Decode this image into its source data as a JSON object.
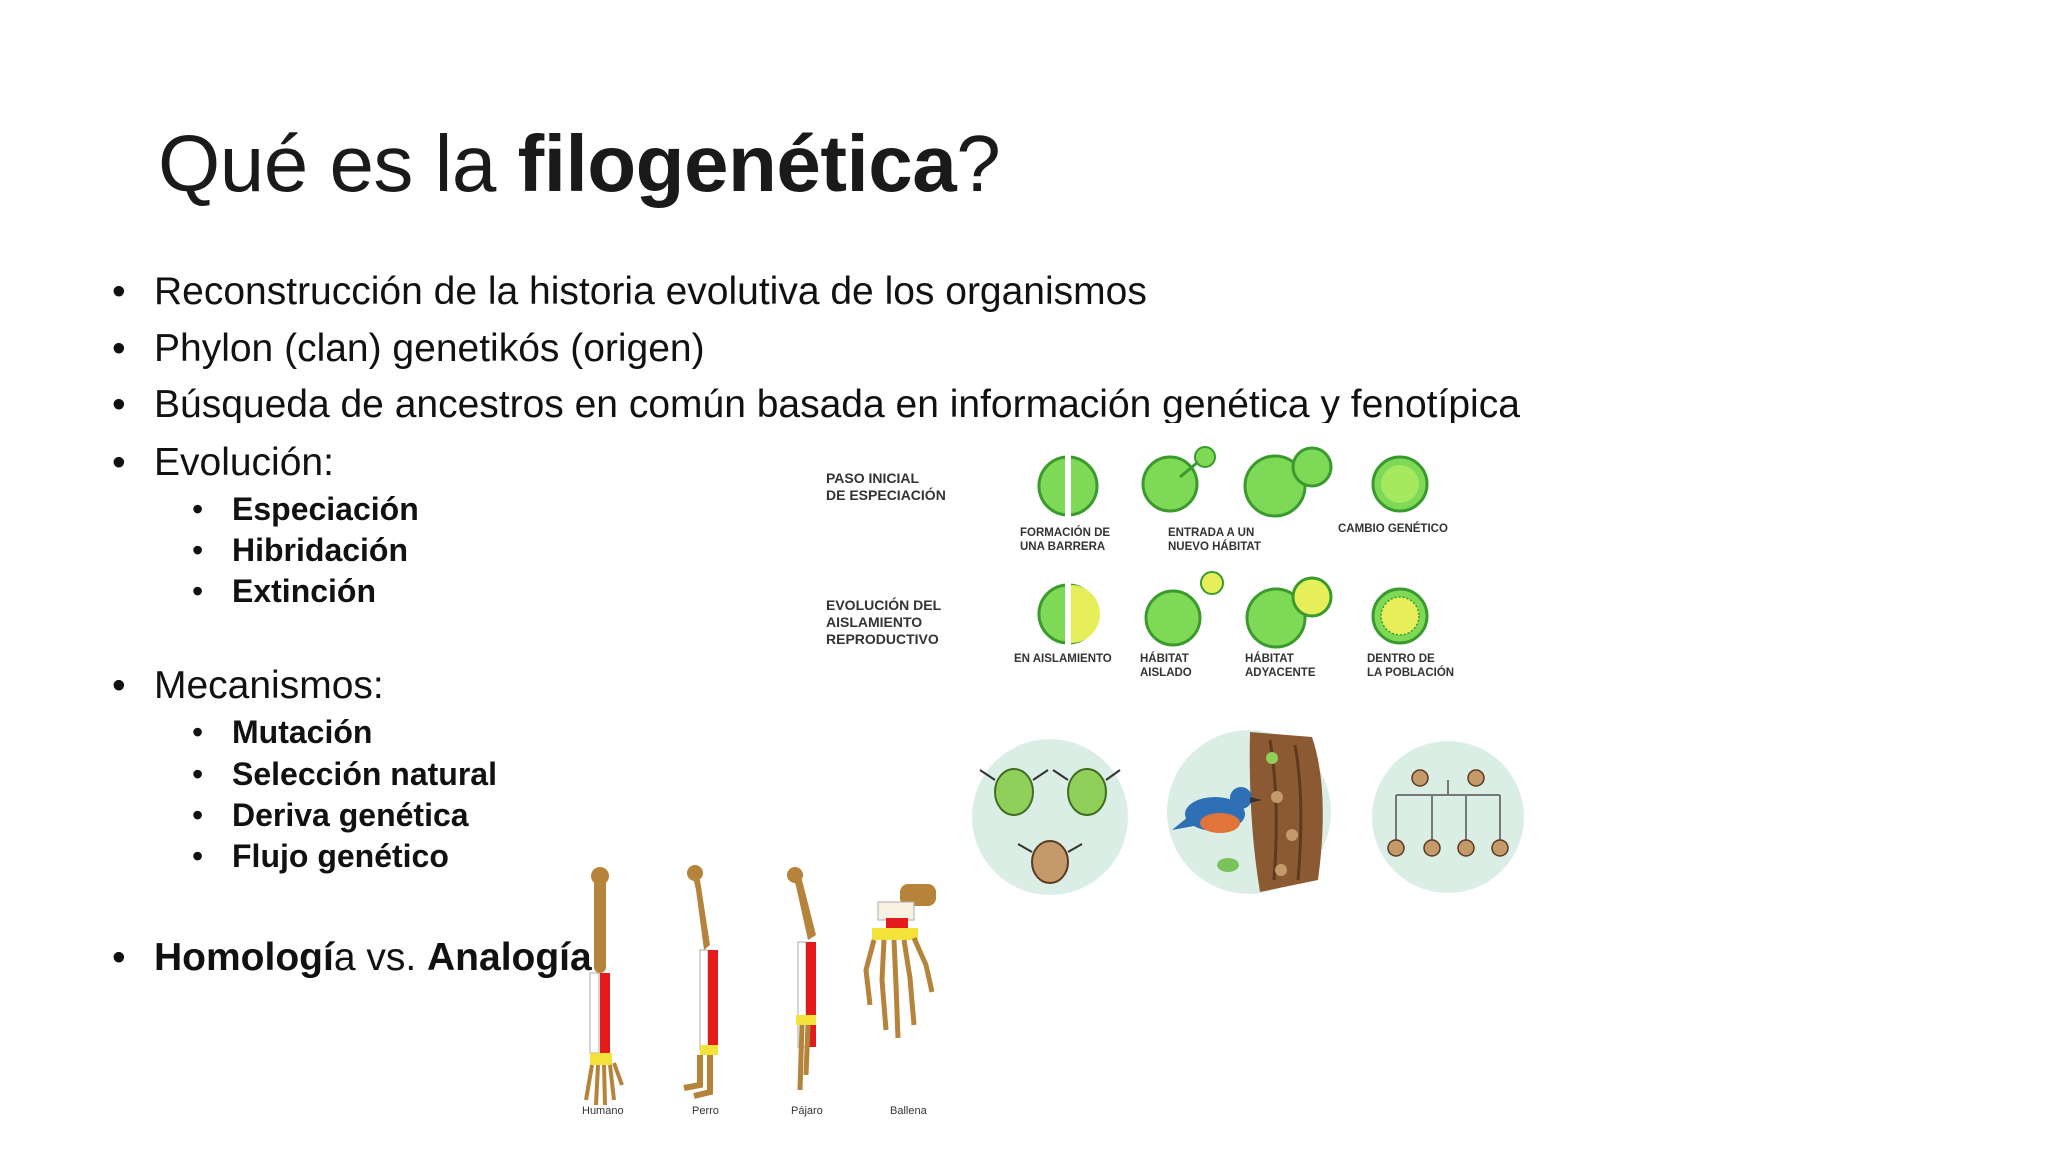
{
  "slide": {
    "title_pre": "Qué es la ",
    "title_bold": "filogenética",
    "title_post": "?",
    "bullet_glyph": "•",
    "bullets": [
      "Reconstrucción de la historia evolutiva de los organismos",
      "Phylon (clan) genetikós (origen)",
      "Búsqueda de ancestros en común basada en información genética y fenotípica",
      "Evolución:",
      "Mecanismos:"
    ],
    "evolucion_items": [
      "Especiación",
      "Hibridación",
      "Extinción"
    ],
    "mecanismos_items": [
      "Mutación",
      "Selección natural",
      "Deriva genética",
      "Flujo genético"
    ],
    "homologia": {
      "bold1": "Homologí",
      "plain1": "a vs. ",
      "bold2": "Analogía"
    }
  },
  "speciation_diagram": {
    "row1_label_1": "PASO INICIAL",
    "row1_label_2": "DE ESPECIACIÓN",
    "row1_captions": [
      [
        "FORMACIÓN DE",
        "UNA BARRERA"
      ],
      [
        "ENTRADA A UN",
        "NUEVO HÁBITAT"
      ],
      [
        "CAMBIO GENÉTICO",
        ""
      ]
    ],
    "row2_label_1": "EVOLUCIÓN DEL",
    "row2_label_2": "AISLAMIENTO",
    "row2_label_3": "REPRODUCTIVO",
    "row2_captions": [
      [
        "EN AISLAMIENTO",
        ""
      ],
      [
        "HÁBITAT",
        "AISLADO"
      ],
      [
        "HÁBITAT",
        "ADYACENTE"
      ],
      [
        "DENTRO DE",
        "LA POBLACIÓN"
      ]
    ],
    "colors": {
      "green": "#7ed957",
      "green_dark": "#3a9a2e",
      "yellow": "#e6ef5a",
      "circle_bg": "#dbeee6"
    }
  },
  "limb_diagram": {
    "captions": [
      "Humano",
      "Perro",
      "Pájaro",
      "Ballena"
    ],
    "colors": {
      "bone": "#b5833a",
      "red": "#e41b1b",
      "yellow": "#f2e23a"
    }
  }
}
